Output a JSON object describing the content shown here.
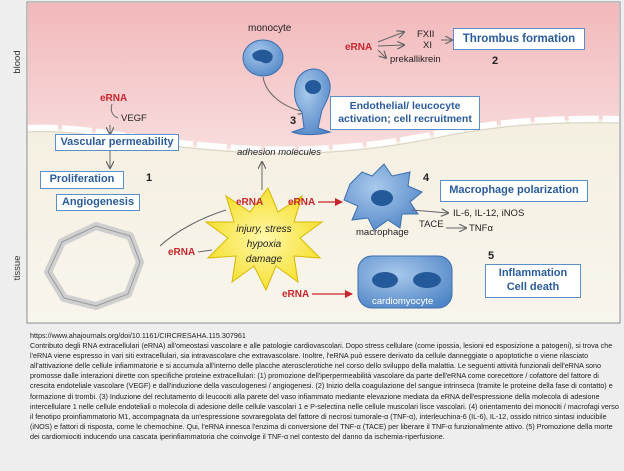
{
  "labels": {
    "blood": "blood",
    "tissue": "tissue",
    "monocyte": "monocyte",
    "adhesion_molecules": "adhesion molecules",
    "macrophage": "macrophage",
    "cardiomyocyte": "cardiomyocyte",
    "vegf": "VEGF",
    "fxii": "FXII",
    "xi": "XI",
    "prekallikrein": "prekallikrein",
    "il_list": "IL-6, IL-12, iNOS",
    "tace": "TACE",
    "tnfa": "TNFα",
    "injury_line1": "injury, stress",
    "injury_line2": "hypoxia",
    "injury_line3": "damage"
  },
  "erna": {
    "thrombus": "eRNA",
    "vascular": "eRNA",
    "center": "eRNA",
    "macrophage": "eRNA",
    "left": "eRNA",
    "cardio": "eRNA"
  },
  "boxes": {
    "thrombus_formation": "Thrombus formation",
    "vascular_permeability": "Vascular permeability",
    "proliferation": "Proliferation",
    "angiogenesis": "Angiogenesis",
    "endothelial_line1": "Endothelial/ leucocyte",
    "endothelial_line2": "activation; cell recruitment",
    "macrophage_polarization": "Macrophage polarization",
    "inflammation_line1": "Inflammation",
    "inflammation_line2": "Cell death"
  },
  "numbers": {
    "n1": "1",
    "n2": "2",
    "n3": "3",
    "n4": "4",
    "n5": "5"
  },
  "caption": {
    "url": "https://www.ahajournals.org/doi/10.1161/CIRCRESAHA.115.307961",
    "text": "Contributo degli RNA extracellulari (eRNA) all'omeostasi vascolare e alle patologie cardiovascolari. Dopo stress cellulare (come ipossia, lesioni ed esposizione a patogeni), si trova che l'eRNA viene espresso in vari siti extracellulari, sia intravascolare che extravascolare. Inoltre, l'eRNA può essere derivato da cellule danneggiate o apoptotiche o viene rilasciato all'attivazione delle cellule infiammatorie e si accumula all'interno delle placche aterosclerotiche nel corso dello sviluppo della malattia. Le seguenti attività funzionali dell'eRNA sono promosse dalle interazioni dirette con specifiche proteine extracellulari: (1) promozione dell'iperpermeabilità vascolare da parte dell'eRNA come corecettore / cofattore del fattore di crescita endoteliale vascolare (VEGF) e dall'induzione della vasculogenesi / angiogenesi. (2) Inizio della coagulazione del sangue intrinseca (tramite le proteine della fase di contatto) e formazione di trombi. (3) Induzione del reclutamento di leucociti alla parete del vaso infiammato mediante elevazione mediata da eRNA dell'espressione della molecola di adesione intercellulare 1 nelle cellule endoteliali o molecola di adesione delle cellule vascolari 1 e P-selectina nelle cellule muscolari lisce vascolari. (4) orientamento dei monociti / macrofagi verso il fenotipo proinfiammatorio M1, accompagnata da un'espressione sovraregolata del fattore di necrosi tumorale-α (TNF-α), interleuchina-6 (IL-6), IL-12, ossido nitrico sintasi inducibile (iNOS) e fattori di risposta, come le chemochine. Qui, l'eRNA innesca l'enzima di conversione del TNF-α (TACE) per liberare il TNF-α funzionalmente attivo. (5) Promozione della morte dei cardiomiociti inducendo una cascata iperinfiammatoria che coinvolge il TNF-α nel contesto del danno da ischemia-riperfusione."
  },
  "colors": {
    "blood_bg": "#f5c9cb",
    "tissue_bg": "#f6f2e6",
    "box_border": "#5b8fc8",
    "box_text": "#2b5c99",
    "erna_red": "#c8262e",
    "cell_blue": "#4f85c6",
    "star_yellow": "#f7e53a"
  }
}
